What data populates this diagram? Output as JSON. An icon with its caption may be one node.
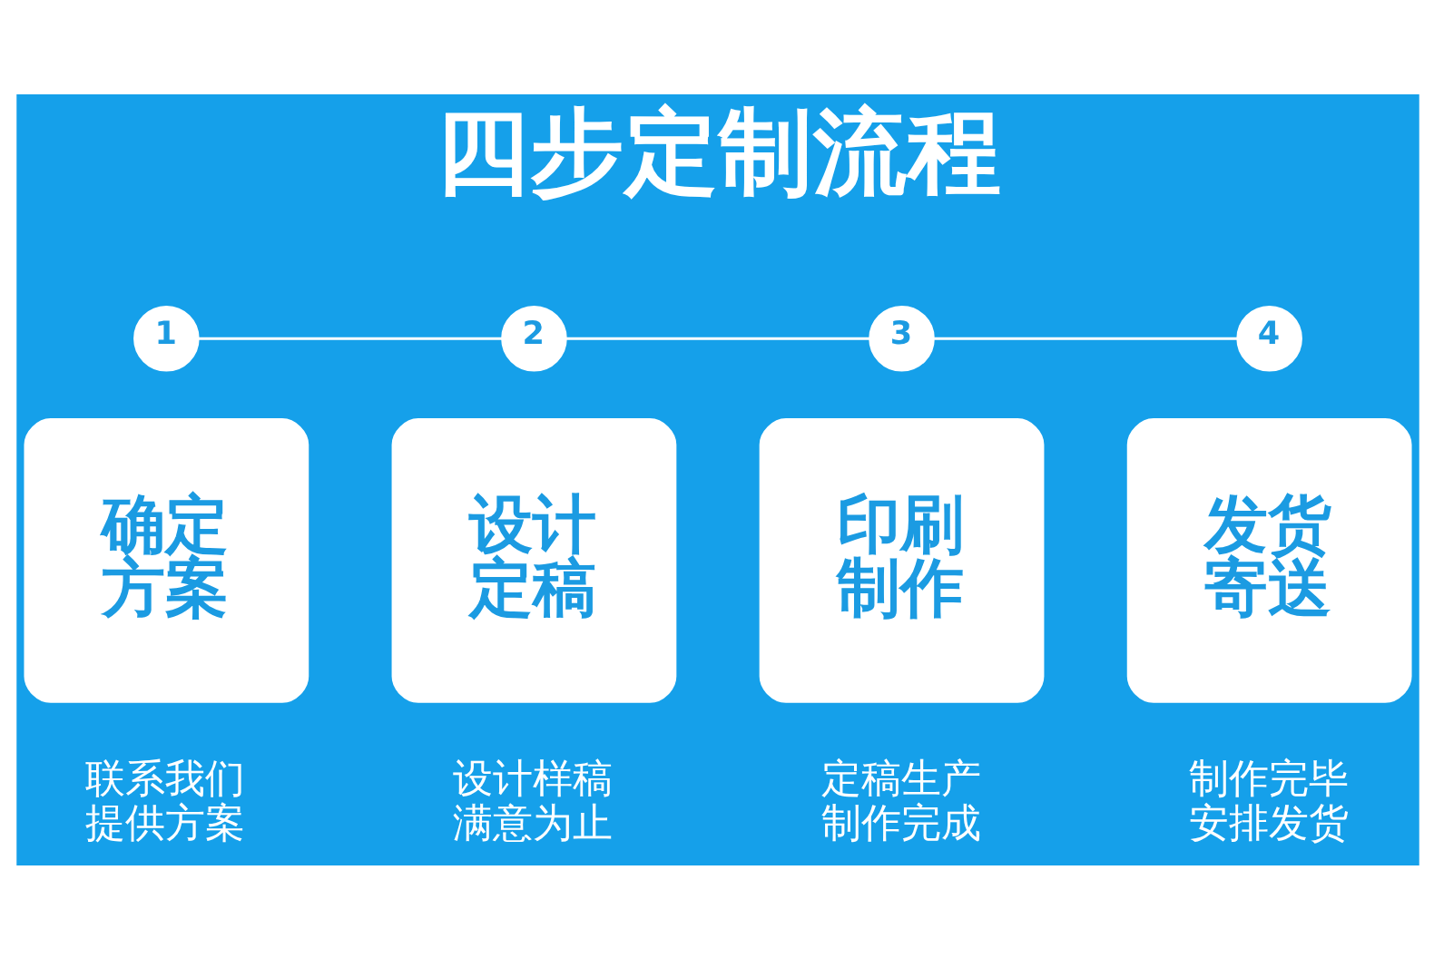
{
  "diagram": {
    "title": "四步定制流程",
    "nodes": [
      {
        "text": [
          "1"
        ]
      },
      {
        "text": [
          "2"
        ]
      },
      {
        "text": [
          "3"
        ]
      },
      {
        "text": [
          "4"
        ]
      },
      {
        "text": [
          "确定方案"
        ],
        "beside": [
          "联系我们提供方案"
        ]
      },
      {
        "text": [
          "设计定稿"
        ],
        "beside": [
          "设计样稿满意为止"
        ]
      },
      {
        "text": [
          "印刷制作"
        ],
        "beside": [
          "定稿生产制作完成"
        ]
      },
      {
        "text": [
          "发货寄送"
        ],
        "beside": [
          "制作完毕安排发货"
        ]
      }
    ],
    "edges": [
      {
        "from": 0,
        "to": 1,
        "arrow": "none"
      },
      {
        "from": 1,
        "to": 2,
        "arrow": "none"
      },
      {
        "from": 2,
        "to": 3,
        "arrow": "none"
      }
    ]
  }
}
